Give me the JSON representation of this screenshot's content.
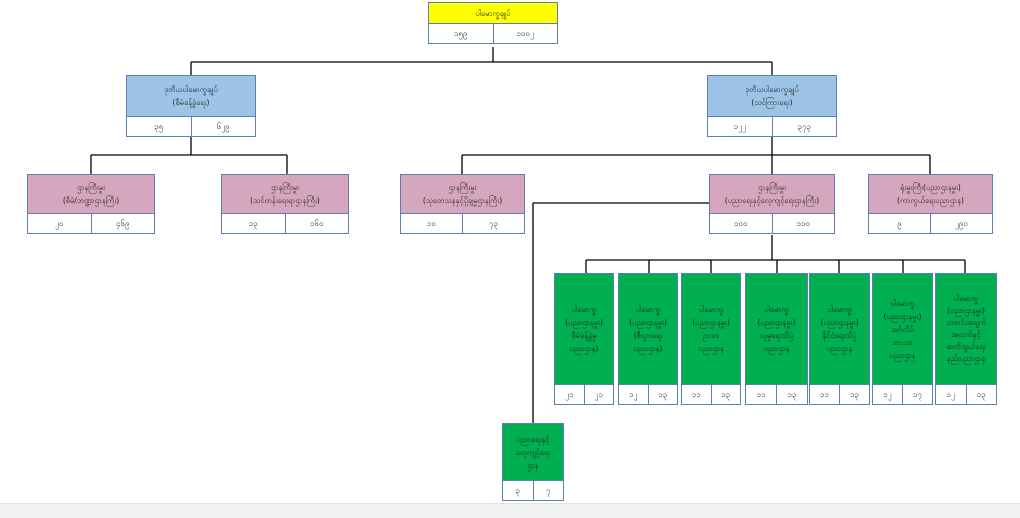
{
  "nodes": [
    {
      "id": "root",
      "lines": [
        "ပါမောက္ခချုပ်"
      ],
      "left": "၁၅၉",
      "right": "၁၀၀၂"
    },
    {
      "id": "pro-rector-admin",
      "lines": [
        "ဒုတိယပါမောက္ခချုပ်",
        "(စီမံခန့်ခွဲရေး)"
      ],
      "left": "၃၅",
      "right": "၆၂၉"
    },
    {
      "id": "pro-rector-academic",
      "lines": [
        "ဒုတိယပါမောက္ခချုပ်",
        "(သင်ကြားရေး)"
      ],
      "left": "၁၂၂",
      "right": "၃၇၃"
    },
    {
      "id": "dept-admin",
      "lines": [
        "ဌာနကြီးမှူး",
        "(စီမံ/ဘဏ္ဍာဌာနကြီး)"
      ],
      "left": "၂၀",
      "right": "၄၆၉"
    },
    {
      "id": "dept-teaching",
      "lines": [
        "ဌာနကြီးမှူး",
        "(သင်တန်းရေးရာဌာနကြီး)"
      ],
      "left": "၁၃",
      "right": "၁၆၀"
    },
    {
      "id": "dept-research",
      "lines": [
        "ဌာနကြီးမှူး",
        "(သုတေသနနှင့်ပို့ချမှုဌာနကြီး)"
      ],
      "left": "၁၀",
      "right": "၇၃"
    },
    {
      "id": "dept-education",
      "lines": [
        "ဌာနကြီးမှူး",
        "(ပညာရေးနှင့်လေ့ကျင့်ရေးဌာနကြီး)"
      ],
      "left": "၁၀၀",
      "right": "၁၁၀"
    },
    {
      "id": "dept-distance",
      "lines": [
        "ရုံးမှူးကြီး(ပညာဌာနမှူး)",
        "(ကာကွယ်ရေးပညာဌာန)"
      ],
      "left": "၉",
      "right": "၂၉၀"
    },
    {
      "id": "prof-1",
      "lines": [
        "ပါမောက္ခ",
        "(ပညာဌာနမှူး)",
        "စီမံခန့်ခွဲမှု",
        "ပညာဌာန)"
      ],
      "left": "၂၁",
      "right": "၂၁"
    },
    {
      "id": "prof-2",
      "lines": [
        "ပါမောက္ခ",
        "(ပညာဌာနမှူး)",
        "(စီးပွားရေး",
        "ပညာဌာန)"
      ],
      "left": "၁၂",
      "right": "၁၃"
    },
    {
      "id": "prof-3",
      "lines": [
        "ပါမောက္ခ",
        "(ပညာဌာနမှူး)",
        "ဥပဒေ",
        "ပညာဌာန"
      ],
      "left": "၁၁",
      "right": "၁၃"
    },
    {
      "id": "prof-4",
      "lines": [
        "ပါမောက္ခ",
        "(ပညာဌာနမှူး)",
        "လူမှုရေးသိပ္ပံ",
        "ပညာဌာန"
      ],
      "left": "၁၁",
      "right": "၁၃"
    },
    {
      "id": "prof-5",
      "lines": [
        "ပါမောက္ခ",
        "(ပညာဌာနမှူး)",
        "နိုင်ငံရေးသိပ္ပံ",
        "ပညာဌာန"
      ],
      "left": "၁၁",
      "right": "၁၃"
    },
    {
      "id": "prof-6",
      "lines": [
        "ပါမောက္ခ",
        "(ပညာဌာနမှူး)",
        "အင်္ဂလိပ်",
        "ဘာသာ",
        "ပညာဌာန"
      ],
      "left": "၁၂",
      "right": "၁၇"
    },
    {
      "id": "prof-7",
      "lines": [
        "ပါမောက္ခ",
        "(ပညာဌာနမှူး)",
        "သတင်းအချက်",
        "အလက်နှင့်",
        "ဆက်သွယ်ရေး",
        "နည်းပညာဌာန"
      ],
      "left": "၁၂",
      "right": "၁၃"
    },
    {
      "id": "edu-training",
      "lines": [
        "ပညာရေးနှင့်",
        "လေ့ကျင့်ရေး",
        "ဌာန"
      ],
      "left": "၃",
      "right": "၇"
    }
  ]
}
